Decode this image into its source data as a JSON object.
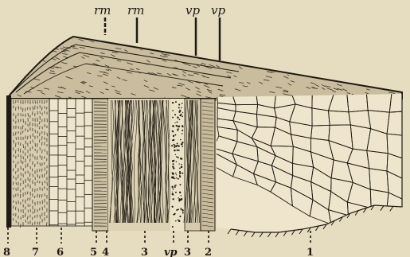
{
  "figure": {
    "top_labels": [
      "rm",
      "rm",
      "vp",
      "vp"
    ],
    "bottom_labels": [
      "8",
      "7",
      "6",
      "5",
      "4",
      "3",
      "vp",
      "3",
      "2",
      "1"
    ],
    "colors": {
      "paper": "#e6dcbf",
      "ink": "#1d1a14",
      "cell_fill": "#eee5cc"
    }
  }
}
